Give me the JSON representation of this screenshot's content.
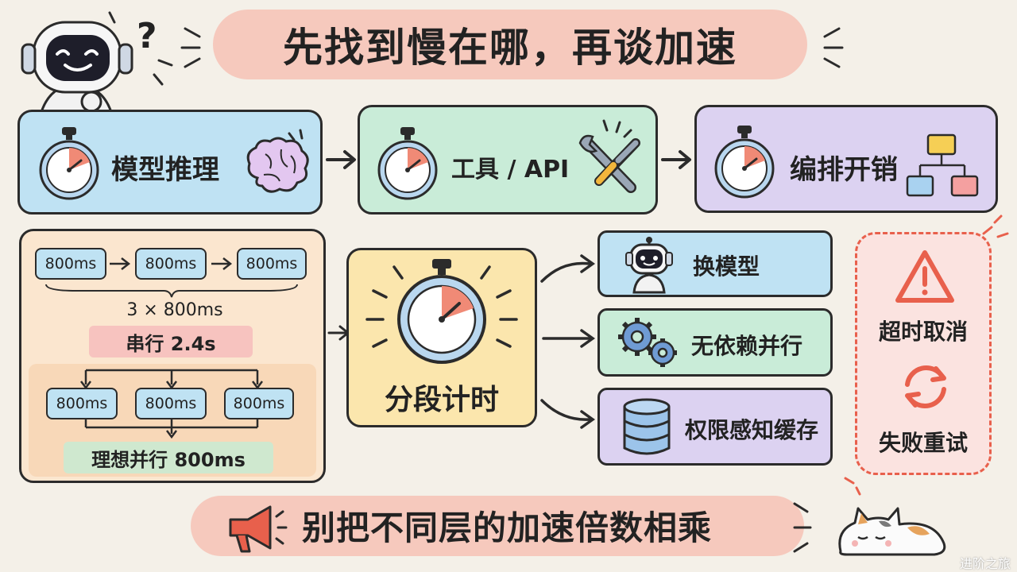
{
  "title": "先找到慢在哪，再谈加速",
  "stages": [
    {
      "label": "模型推理",
      "icon": "brain-icon"
    },
    {
      "label": "工具 / API",
      "icon": "tools-icon"
    },
    {
      "label": "编排开销",
      "icon": "flowchart-icon"
    }
  ],
  "serial": {
    "boxes": [
      "800ms",
      "800ms",
      "800ms"
    ],
    "sum": "3 × 800ms",
    "result": "串行 2.4s"
  },
  "parallel": {
    "boxes": [
      "800ms",
      "800ms",
      "800ms"
    ],
    "result": "理想并行 800ms"
  },
  "center_label": "分段计时",
  "options": [
    {
      "label": "换模型",
      "icon": "robot-icon"
    },
    {
      "label": "无依赖并行",
      "icon": "gears-icon"
    },
    {
      "label": "权限感知缓存",
      "icon": "database-icon"
    }
  ],
  "side": {
    "top": "超时取消",
    "bottom": "失败重试"
  },
  "bottom_banner": "别把不同层的加速倍数相乘",
  "watermark": "进阶之旅",
  "colors": {
    "stage1": "#bfe2f3",
    "stage2": "#c9ecd8",
    "stage3": "#dcd2f1",
    "panel_left": "#fbe6cf",
    "center": "#fbe6ad",
    "side": "#fbe3e0",
    "accent_red": "#e8604c"
  }
}
